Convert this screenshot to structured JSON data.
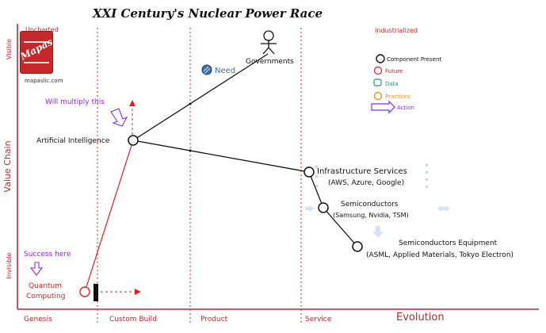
{
  "title": "XXI Century's Nuclear Power Race",
  "corners": {
    "top_left": "Uncharted",
    "top_right": "Industrialized"
  },
  "logo": {
    "wordmark": "Mapas",
    "site": "mapaslic.com"
  },
  "axes": {
    "y_title": "Value Chain",
    "y_top": "Visible",
    "y_bottom": "Invisible",
    "x_title": "Evolution",
    "stages": [
      "Genesis",
      "Custom Build",
      "Product",
      "Service"
    ]
  },
  "components": {
    "governments": "Governments",
    "need": "Need",
    "ai": "Artificial Intelligence",
    "infra": [
      "Infrastructure Services",
      "(AWS, Azure, Google)"
    ],
    "semis": [
      "Semiconductors",
      "(Samsung, Nvidia, TSM)"
    ],
    "equipment": [
      "Semiconductors Equipment",
      "(ASML, Applied Materials, Tokyo Electron)"
    ],
    "quantum": [
      "Quantum",
      "Computing"
    ]
  },
  "annotations": {
    "multiply": "Will multiply this",
    "success": "Success here"
  },
  "legend": {
    "component": "Component Present",
    "future": "Future",
    "data": "Data",
    "practices": "Practices",
    "action": "Action"
  },
  "colors": {
    "axis": "#c4282a",
    "future": "#e02020",
    "action": "#8a2be2",
    "need": "#3a6fb0",
    "data": "#2f8f86",
    "practices": "#f08a1c",
    "hint": "#cfe3f3"
  }
}
